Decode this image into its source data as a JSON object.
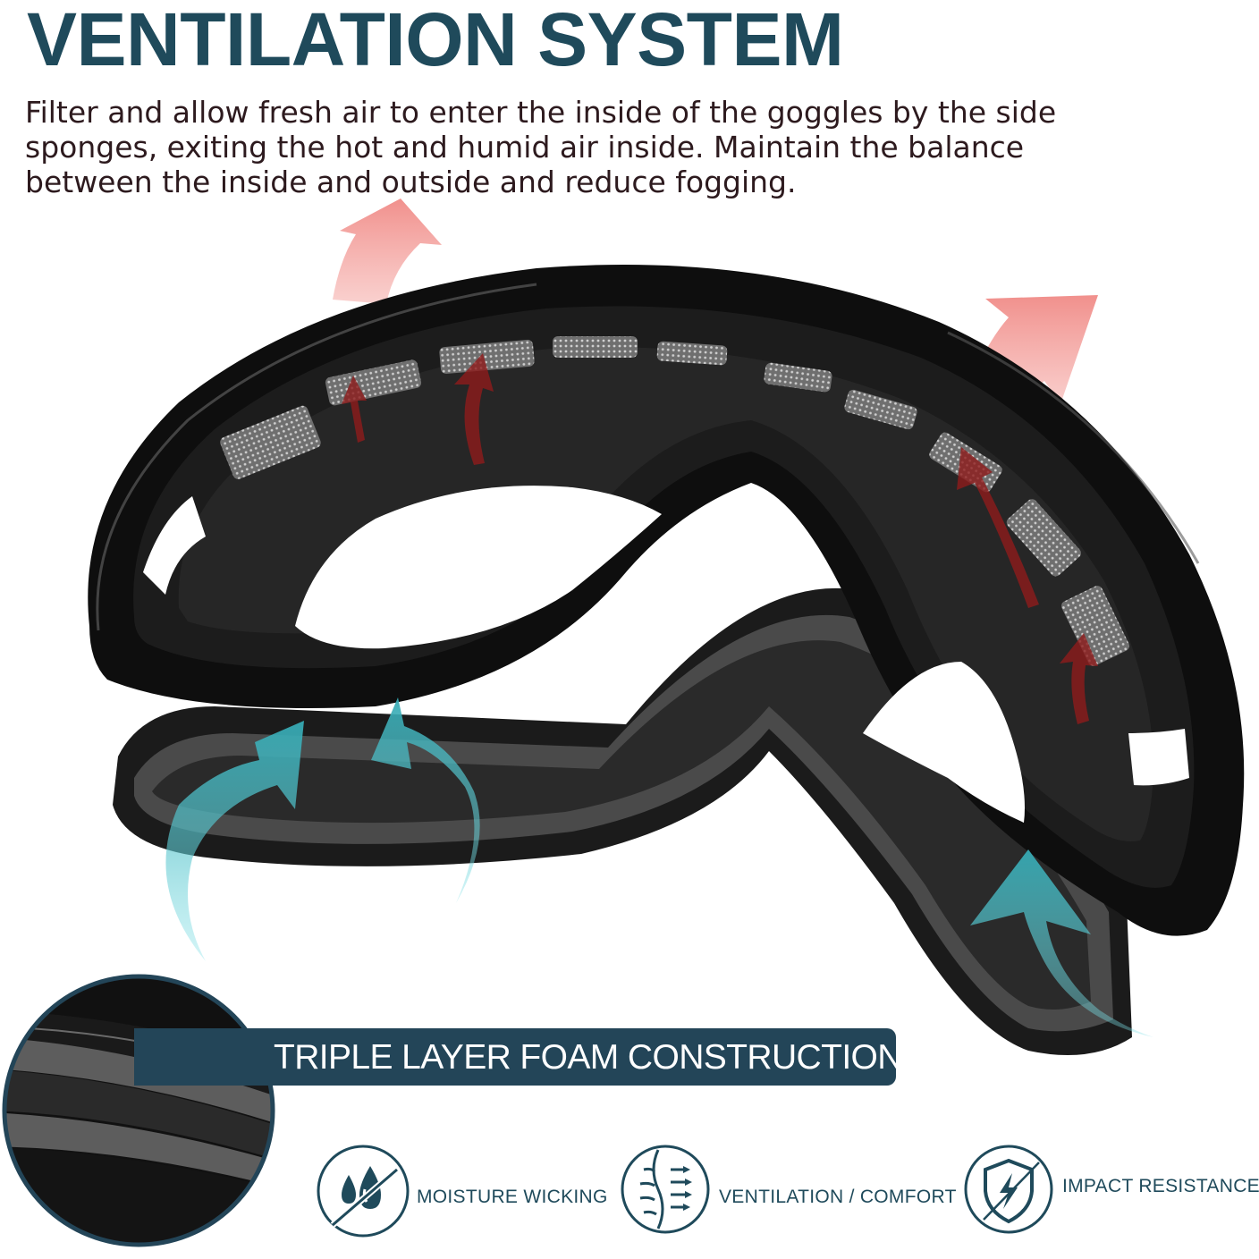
{
  "header": {
    "title": "VENTILATION SYSTEM",
    "description_lines": [
      "Filter and allow fresh air to enter the inside of the goggles by the side",
      "sponges, exiting the hot and humid air inside. Maintain the balance",
      "between the inside and outside and reduce fogging."
    ]
  },
  "banner": {
    "text": "TRIPLE LAYER FOAM CONSTRUCTION"
  },
  "features": [
    {
      "label": "MOISTURE WICKING",
      "icon": "water-drops-icon"
    },
    {
      "label": "VENTILATION / COMFORT",
      "icon": "airflow-icon"
    },
    {
      "label": "IMPACT RESISTANCE",
      "icon": "shield-lightning-icon"
    }
  ],
  "colors": {
    "title": "#1f4a5b",
    "body_text": "#2d1a1e",
    "banner_bg": "#234558",
    "warm_arrow": "#f08a86",
    "cool_arrow": "#3fb6bf",
    "frame": "#0e0e0e",
    "foam": "#4a4a4a"
  }
}
